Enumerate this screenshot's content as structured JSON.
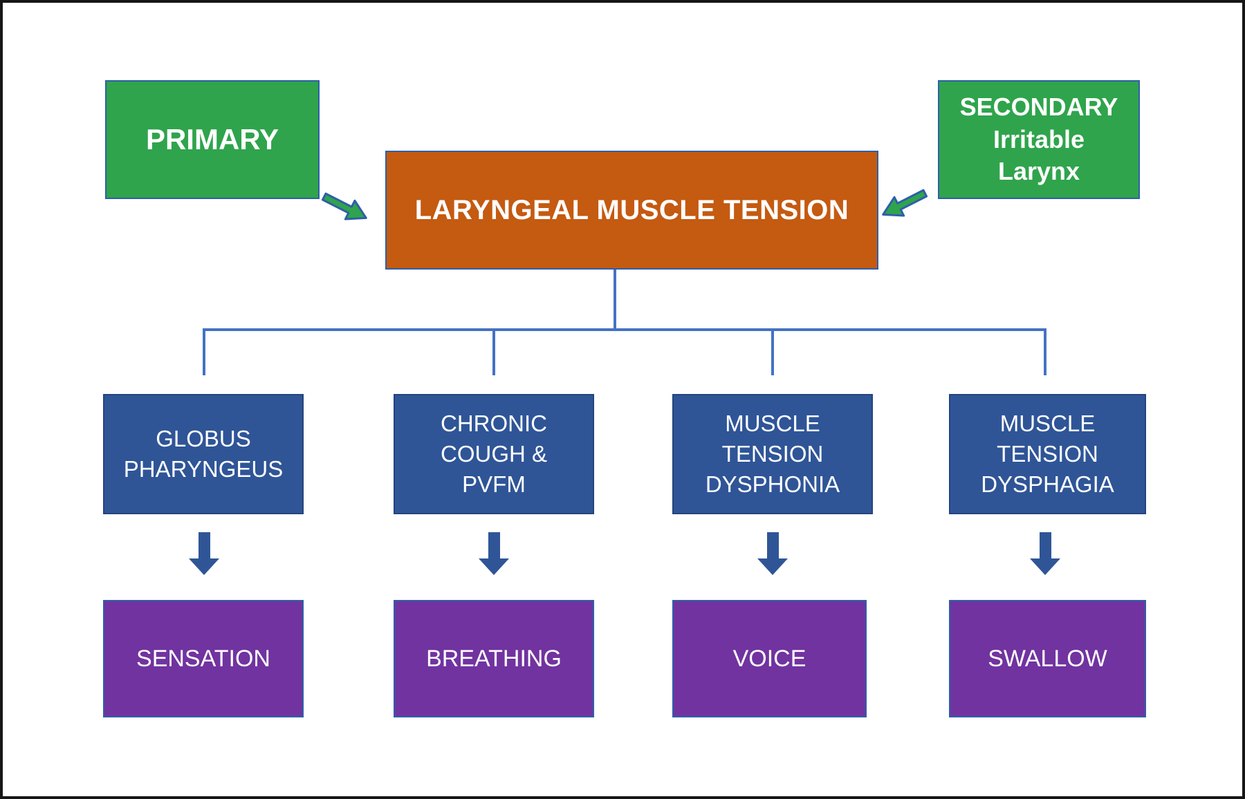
{
  "diagram": {
    "central_box": {
      "label": "LARYNGEAL MUSCLE TENSION"
    },
    "primary_box": {
      "label": "PRIMARY"
    },
    "secondary_box": {
      "lines": [
        "SECONDARY",
        "Irritable",
        "Larynx"
      ]
    },
    "columns": [
      {
        "condition_lines": [
          "GLOBUS",
          "PHARYNGEUS"
        ],
        "outcome": "SENSATION"
      },
      {
        "condition_lines": [
          "CHRONIC",
          "COUGH &",
          "PVFM"
        ],
        "outcome": "BREATHING"
      },
      {
        "condition_lines": [
          "MUSCLE",
          "TENSION",
          "DYSPHONIA"
        ],
        "outcome": "VOICE"
      },
      {
        "condition_lines": [
          "MUSCLE",
          "TENSION",
          "DYSPHAGIA"
        ],
        "outcome": "SWALLOW"
      }
    ]
  },
  "colors": {
    "green": "#2FA44C",
    "orange": "#C55A11",
    "blue": "#2F5597",
    "purple": "#7133A0",
    "line": "#4472C4",
    "edge": "#2E5FA8",
    "arrowblue": "#2F5597"
  }
}
